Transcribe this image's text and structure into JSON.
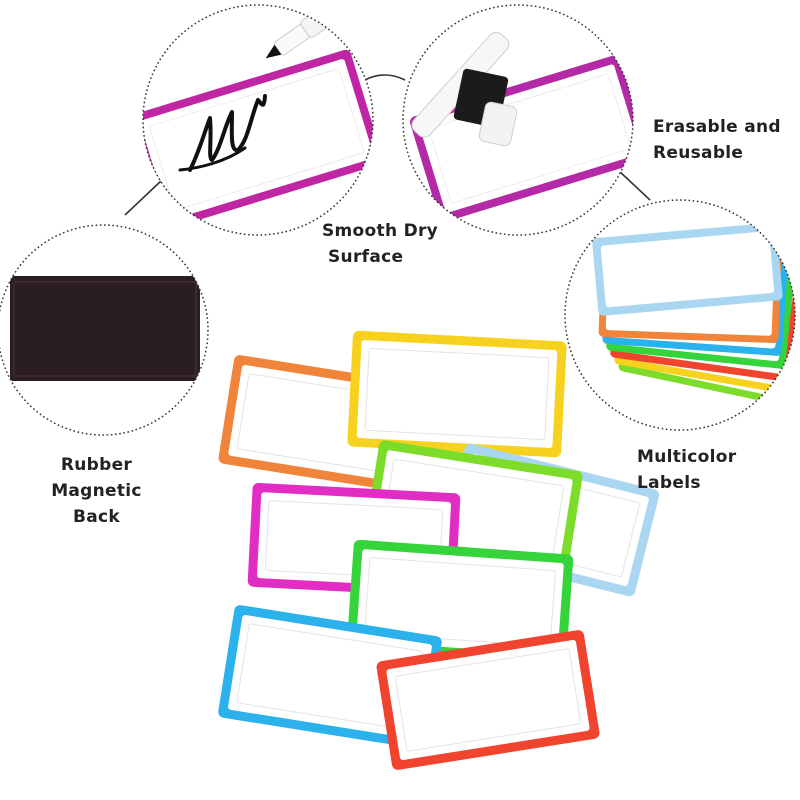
{
  "features": {
    "smooth": {
      "line1": "Smooth Dry",
      "line2": "Surface"
    },
    "erasable": {
      "line1": "Erasable and",
      "line2": "Reusable"
    },
    "multicolor": {
      "line1": "Multicolor Labels"
    },
    "magnetic": {
      "line1": "Rubber Magnetic",
      "line2": "Back"
    }
  },
  "colors": {
    "orange": "#f0843a",
    "yellow": "#f6d21f",
    "light_blue": "#a9d6f0",
    "lime": "#7ddc2a",
    "magenta": "#e22dc4",
    "green": "#35d43a",
    "blue": "#2bb1ec",
    "red": "#f0442e",
    "purple": "#b42aa6",
    "magnet": "#2b1e22",
    "circle_line": "#333333"
  }
}
